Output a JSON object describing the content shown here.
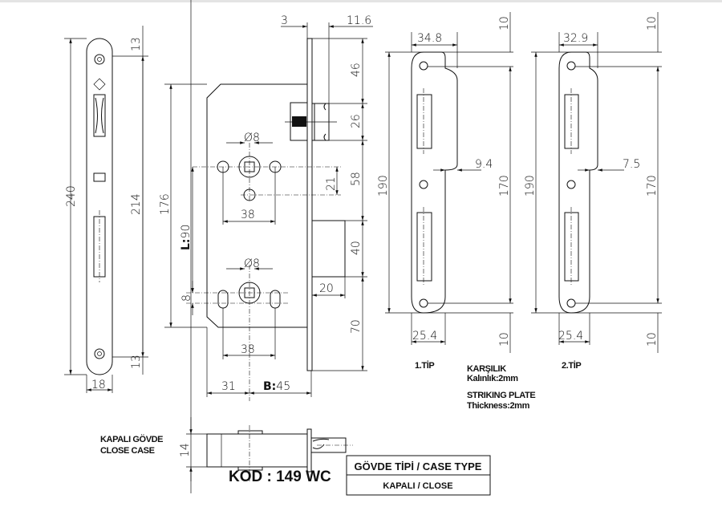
{
  "code": "KOD : 149 WC",
  "table": {
    "header": "GÖVDE TİPİ / CASE TYPE",
    "value": "KAPALI / CLOSE"
  },
  "section_label": {
    "tr": "KAPALI GÖVDE",
    "en": "CLOSE CASE"
  },
  "striking_plate": {
    "tr": "KARŞILIK",
    "tr_thickness": "Kalınlık:2mm",
    "en": "STRIKING PLATE",
    "en_thickness": "Thickness:2mm"
  },
  "types": {
    "type1": "1.TİP",
    "type2": "2.TİP"
  },
  "faceplate_dims": {
    "total": "240",
    "screw": "214",
    "top": "13",
    "bottom": "13",
    "width": "18"
  },
  "lock_dims": {
    "front": "3",
    "depth": "11.6",
    "latch_top": "46",
    "latch": "26",
    "mid": "58",
    "bolt": "40",
    "bottom": "70",
    "bolt_proj": "20",
    "case_height": "176",
    "distance_prefix": "L:",
    "distance": "90",
    "dia_upper": "Ø8",
    "dia_lower": "Ø8",
    "holes_upper": "38",
    "holes_lower": "38",
    "offset": "21",
    "slot": "8",
    "edge": "31",
    "backset_prefix": "B:",
    "backset": "45",
    "thickness": "14"
  },
  "plate1_dims": {
    "width": "34.8",
    "total": "190",
    "screws": "170",
    "top": "10",
    "bottom": "10",
    "offset": "9.4",
    "lower": "25.4"
  },
  "plate2_dims": {
    "width": "32.9",
    "total": "190",
    "screws": "170",
    "top": "10",
    "bottom": "10",
    "offset": "7.5",
    "lower": "25.4"
  }
}
